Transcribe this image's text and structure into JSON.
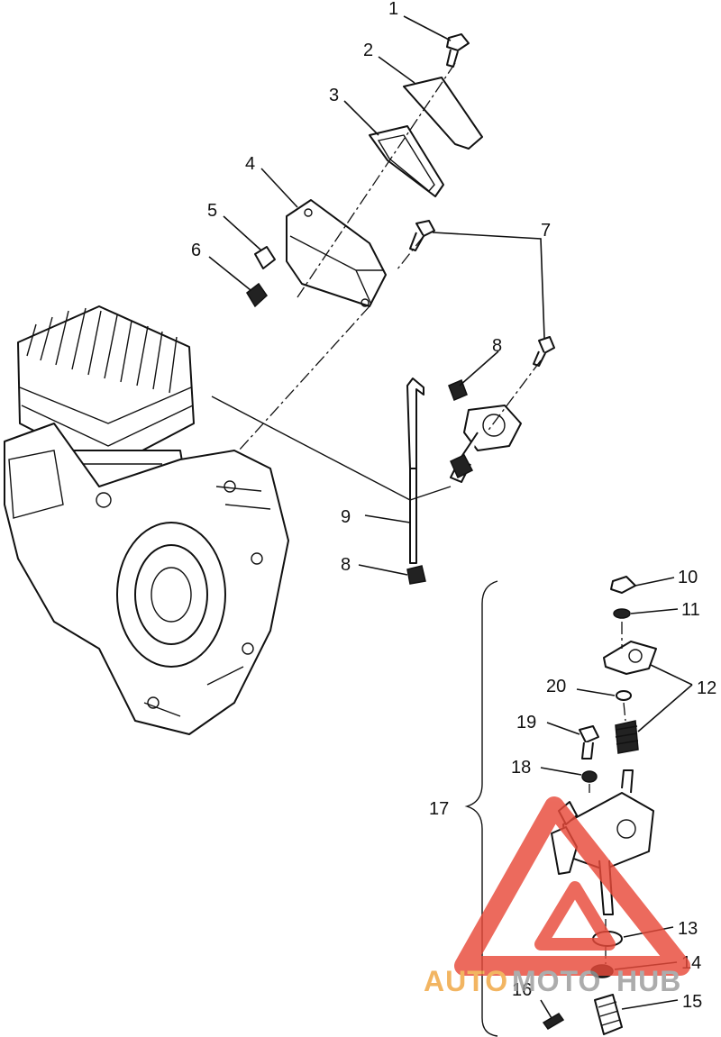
{
  "callouts": {
    "c1": "1",
    "c2": "2",
    "c3": "3",
    "c4": "4",
    "c5": "5",
    "c6": "6",
    "c7": "7",
    "c8a": "8",
    "c8b": "8",
    "c9": "9",
    "c10": "10",
    "c11": "11",
    "c12": "12",
    "c13": "13",
    "c14": "14",
    "c15": "15",
    "c16": "16",
    "c17": "17",
    "c18": "18",
    "c19": "19",
    "c20": "20"
  },
  "watermark": {
    "text_left": "AUTO",
    "text_mid": "MOTO",
    "text_right": "HUB",
    "color_red": "#e84a3a",
    "color_orange": "#f0a640",
    "color_grey": "#9a9a9a"
  }
}
